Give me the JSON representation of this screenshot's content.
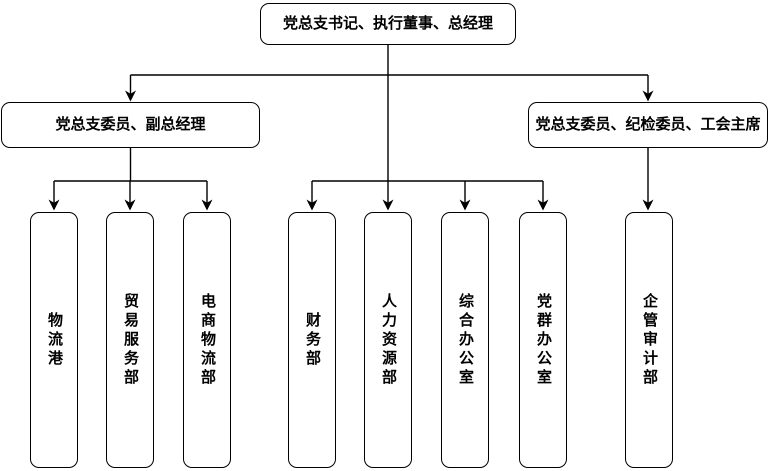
{
  "org_chart": {
    "root": {
      "label": "党总支书记、执行董事、总经理"
    },
    "branches": [
      {
        "label": "党总支委员、副总经理"
      },
      {
        "label": "党总支委员、纪检委员、工会主席"
      }
    ],
    "departments": [
      {
        "label": "物流港",
        "parent": "党总支委员、副总经理"
      },
      {
        "label": "贸易服务部",
        "parent": "党总支委员、副总经理"
      },
      {
        "label": "电商物流部",
        "parent": "党总支委员、副总经理"
      },
      {
        "label": "财务部",
        "parent": "党总支书记、执行董事、总经理"
      },
      {
        "label": "人力资源部",
        "parent": "党总支书记、执行董事、总经理"
      },
      {
        "label": "综合办公室",
        "parent": "党总支书记、执行董事、总经理"
      },
      {
        "label": "党群办公室",
        "parent": "党总支书记、执行董事、总经理"
      },
      {
        "label": "企管审计部",
        "parent": "党总支委员、纪检委员、工会主席"
      }
    ],
    "colors": {
      "line": "#000000",
      "box_border": "#000000",
      "box_fill": "#ffffff",
      "text": "#000000"
    }
  }
}
